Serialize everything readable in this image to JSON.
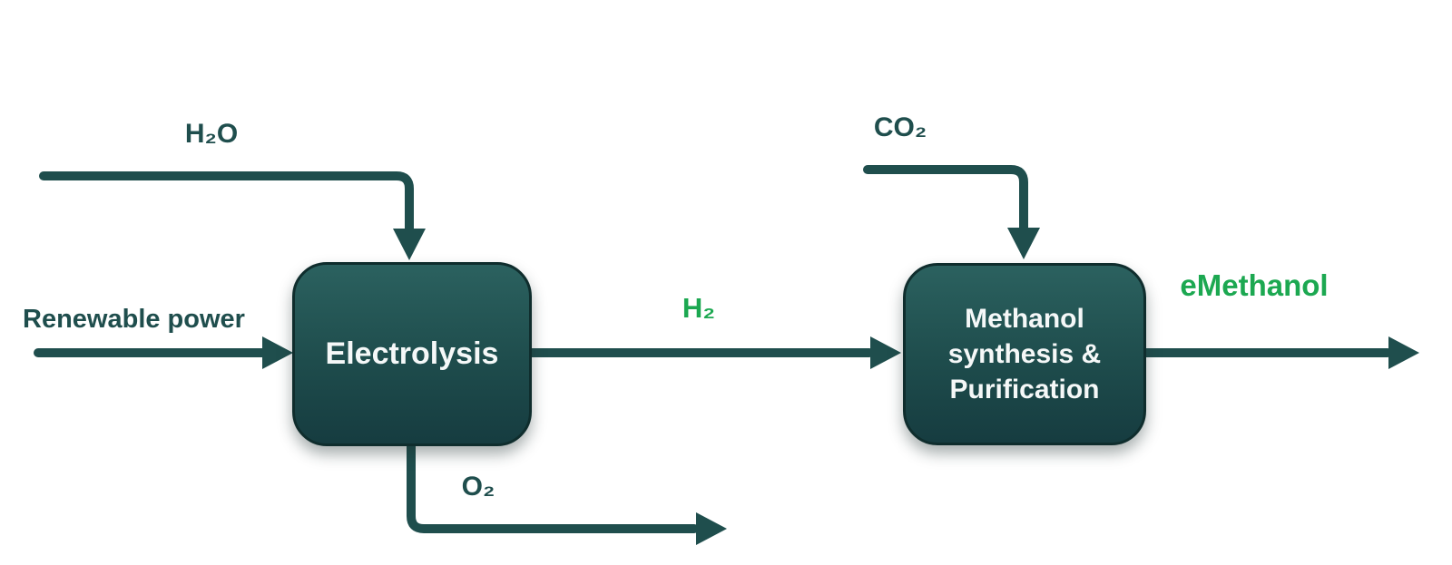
{
  "diagram": {
    "background": "#ffffff",
    "colors": {
      "stream_line": "#1f4e4d",
      "input_label_text": "#1f4e4d",
      "product_label_green": "#1ca851",
      "node_fill_top": "#2b615f",
      "node_fill_bottom": "#163c40",
      "node_border": "#0f2d2d",
      "node_text": "#f5f8f8"
    },
    "nodes": {
      "electrolysis": {
        "label": "Electrolysis"
      },
      "methanol": {
        "lines": [
          "Methanol",
          "synthesis &",
          "Purification"
        ]
      }
    },
    "streams": {
      "h2o": {
        "label": "H₂O"
      },
      "renewable_power": {
        "label": "Renewable power"
      },
      "h2": {
        "label": "H₂"
      },
      "co2": {
        "label": "CO₂"
      },
      "o2": {
        "label": "O₂"
      },
      "emethanol": {
        "label": "eMethanol"
      }
    }
  }
}
